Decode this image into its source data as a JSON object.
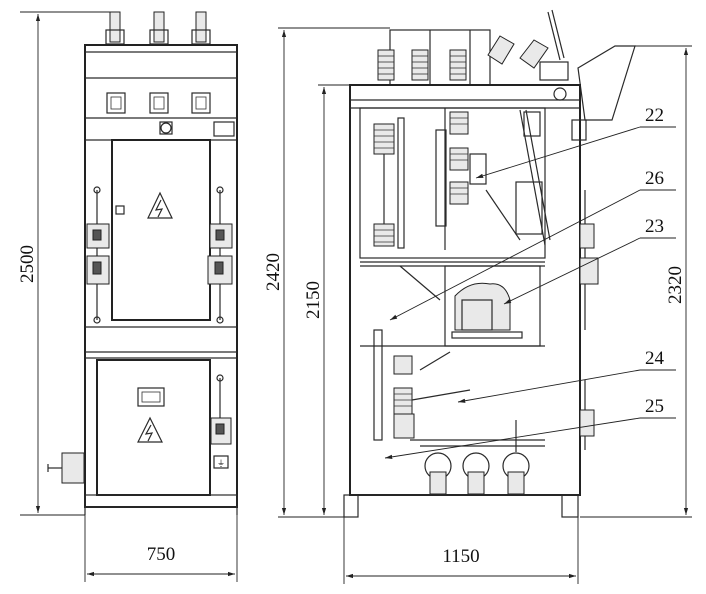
{
  "dimensions": {
    "front_width": "750",
    "front_height": "2500",
    "side_depth": "1150",
    "side_total_height": "2420",
    "side_frame_height": "2150",
    "side_right_height": "2320"
  },
  "callouts": [
    {
      "label": "22"
    },
    {
      "label": "26"
    },
    {
      "label": "23"
    },
    {
      "label": "24"
    },
    {
      "label": "25"
    }
  ]
}
